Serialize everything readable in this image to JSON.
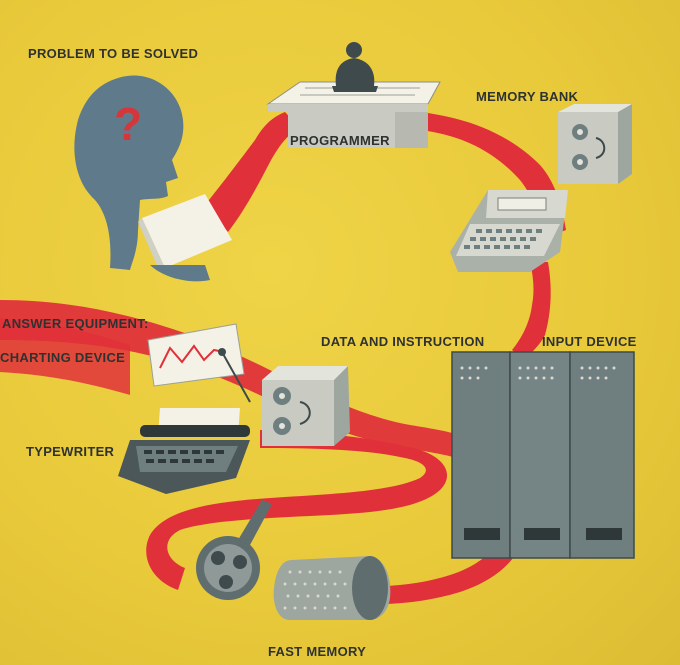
{
  "labels": {
    "problem": "PROBLEM TO BE SOLVED",
    "programmer": "PROGRAMMER",
    "memory_bank": "MEMORY BANK",
    "answer_equipment": "ANSWER EQUIPMENT:",
    "charting_device": "CHARTING DEVICE",
    "data_and_instruction": "DATA AND INSTRUCTION",
    "input_device": "INPUT DEVICE",
    "typewriter": "TYPEWRITER",
    "fast_memory": "FAST MEMORY"
  },
  "question_mark": "?",
  "colors": {
    "background": "#e9cd3f",
    "ribbon": "#e0313a",
    "machine_gray": "#6f7f80",
    "dark_gray": "#3e4a4c",
    "paper": "#f4f1e6",
    "question": "#d6363a"
  }
}
